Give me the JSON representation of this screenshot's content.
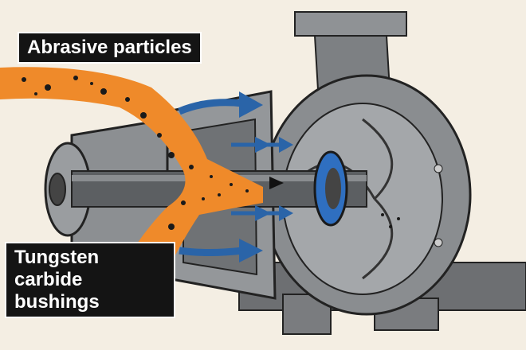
{
  "labels": {
    "particles": "Abrasive particles",
    "bushings_line1": "Tungsten carbide",
    "bushings_line2": "bushings"
  },
  "colors": {
    "background": "#f4eee3",
    "slurry": "#ef8a2a",
    "flow_arrows": "#2a64a8",
    "bushing_ring": "#2f6fc0",
    "metal": "#8a8d90",
    "label_bg": "#141414"
  }
}
